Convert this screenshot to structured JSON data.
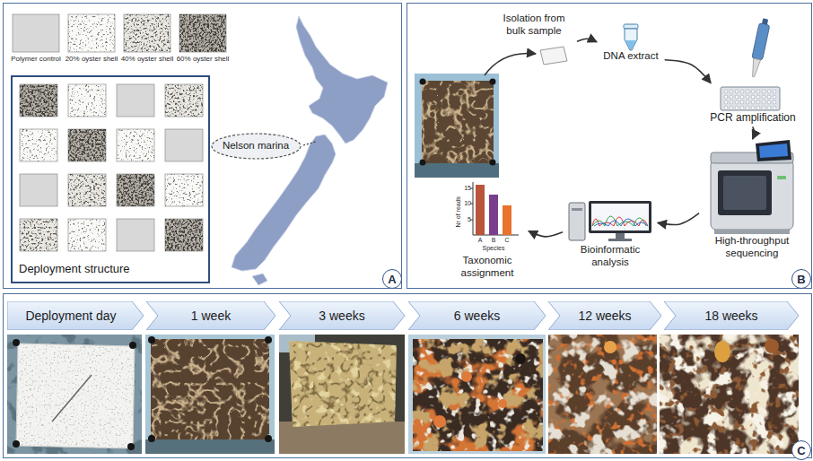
{
  "diagram": {
    "nodes": [
      {
        "text": [
          "A"
        ]
      },
      {
        "text": [
          "Deployment structure"
        ],
        "in": 0
      },
      {
        "text": [
          "Nelson marina"
        ],
        "in": 0
      },
      {
        "text": [
          "B"
        ]
      },
      {
        "text": [
          "Isolation from bulk sample"
        ],
        "in": 3
      },
      {
        "text": [
          "DNA extract"
        ],
        "in": 3
      },
      {
        "text": [
          "PCR amplification"
        ],
        "in": 3
      },
      {
        "text": [
          "High-throughput sequencing"
        ],
        "in": 3
      },
      {
        "text": [
          "Bioinformatic analysis"
        ],
        "in": 3
      },
      {
        "text": [
          "Taxonomic assignment"
        ],
        "in": 3
      },
      {
        "text": [
          "C"
        ]
      },
      {
        "text": [
          "Deployment day"
        ],
        "in": 10
      },
      {
        "text": [
          "1 week"
        ],
        "in": 10
      },
      {
        "text": [
          "3 weeks"
        ],
        "in": 10
      },
      {
        "text": [
          "6 weeks"
        ],
        "in": 10
      },
      {
        "text": [
          "12 weeks"
        ],
        "in": 10
      },
      {
        "text": [
          "18 weeks"
        ],
        "in": 10
      }
    ],
    "edges": [
      {
        "from": 4,
        "to": 5,
        "arrow": "to"
      },
      {
        "from": 5,
        "to": 6,
        "arrow": "to"
      },
      {
        "from": 6,
        "to": 7,
        "arrow": "to"
      },
      {
        "from": 7,
        "to": 8,
        "arrow": "to"
      },
      {
        "from": 8,
        "to": 9,
        "arrow": "to"
      }
    ],
    "labels": [
      "Polymer control",
      "20% oyster shell",
      "40% oyster shell",
      "60% oyster shell",
      "Nr of reads",
      "15",
      "10",
      "5",
      "A",
      "B",
      "C",
      "Species"
    ]
  }
}
